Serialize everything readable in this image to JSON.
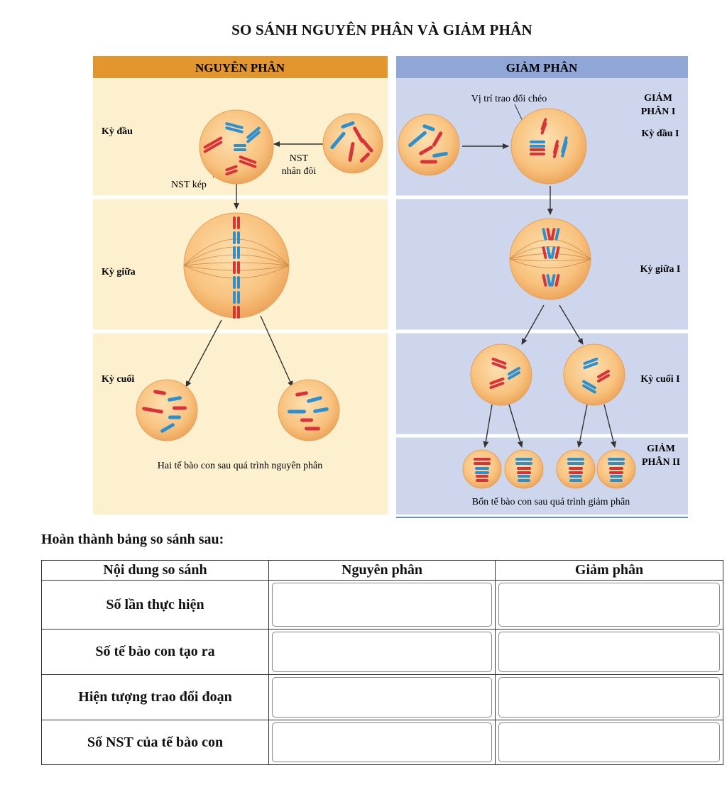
{
  "title": "SO SÁNH NGUYÊN PHÂN VÀ GIẢM PHÂN",
  "diagram": {
    "mitosis": {
      "header": "NGUYÊN PHÂN",
      "stages": [
        "Kỳ đầu",
        "Kỳ giữa",
        "Kỳ cuối"
      ],
      "label_replicated": [
        "NST",
        "nhân đôi"
      ],
      "label_double": "NST kép",
      "caption": "Hai tế bào con sau quá trình nguyên phân"
    },
    "meiosis": {
      "header": "GIẢM PHÂN",
      "phase1": [
        "GIẢM",
        "PHÂN I"
      ],
      "phase2": [
        "GIẢM",
        "PHÂN II"
      ],
      "stages": [
        "Kỳ đầu I",
        "Kỳ giữa I",
        "Kỳ cuối I"
      ],
      "crossover_label": "Vị trí trao đổi chéo",
      "caption": "Bốn tế bào con sau quá trình giảm phân"
    },
    "colors": {
      "mitosis_bg": "#fdf0cf",
      "meiosis_bg": "#cdd6ec",
      "mitosis_header": "#e3962e",
      "meiosis_header": "#8fa6d6",
      "cell_fill": "#f7c27f",
      "chromosome_red": "#d8323a",
      "chromosome_blue": "#2b8fd0"
    }
  },
  "worksheet": {
    "instruction": "Hoàn thành bảng so sánh sau:",
    "headers": [
      "Nội dung so sánh",
      "Nguyên phân",
      "Giảm phân"
    ],
    "rows": [
      {
        "criterion": "Số lần thực hiện",
        "mitosis": "",
        "meiosis": ""
      },
      {
        "criterion": "Số tế bào con tạo ra",
        "mitosis": "",
        "meiosis": ""
      },
      {
        "criterion": "Hiện tượng trao đổi đoạn",
        "mitosis": "",
        "meiosis": ""
      },
      {
        "criterion": "Số NST của tế bào con",
        "mitosis": "",
        "meiosis": ""
      }
    ]
  }
}
